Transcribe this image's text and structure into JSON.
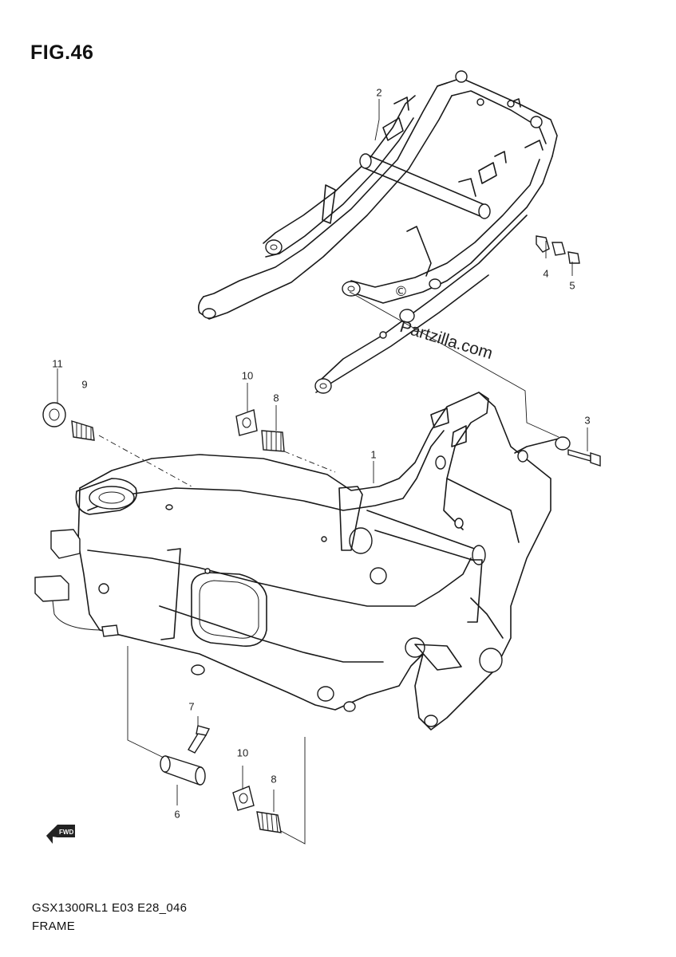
{
  "figure": {
    "title": "FIG.46",
    "model_code": "GSX1300RL1 E03 E28_046",
    "name": "FRAME"
  },
  "watermark": {
    "symbol": "©",
    "text": "Partzilla.com"
  },
  "callouts": [
    {
      "id": "c1",
      "label": "1"
    },
    {
      "id": "c2",
      "label": "2"
    },
    {
      "id": "c3",
      "label": "3"
    },
    {
      "id": "c4",
      "label": "4"
    },
    {
      "id": "c5",
      "label": "5"
    },
    {
      "id": "c6",
      "label": "6"
    },
    {
      "id": "c7",
      "label": "7"
    },
    {
      "id": "c8a",
      "label": "8"
    },
    {
      "id": "c8b",
      "label": "8"
    },
    {
      "id": "c9",
      "label": "9"
    },
    {
      "id": "c10a",
      "label": "10"
    },
    {
      "id": "c10b",
      "label": "10"
    },
    {
      "id": "c11",
      "label": "11"
    }
  ],
  "fwd_arrow": {
    "label": "FWD",
    "icon": "forward-arrow-icon"
  }
}
